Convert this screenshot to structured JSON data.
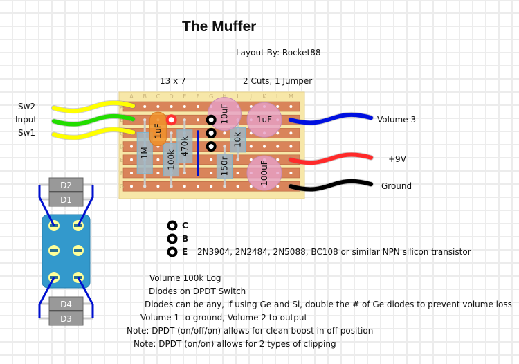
{
  "header": {
    "title": "The Muffer",
    "layout_by": "Layout By: Rocket88",
    "board_size": "13 x 7",
    "cuts_jumpers": "2 Cuts, 1 Jumper"
  },
  "board": {
    "columns": [
      "A",
      "B",
      "C",
      "D",
      "E",
      "F",
      "G",
      "H",
      "I",
      "J",
      "K",
      "L",
      "M"
    ],
    "rows": [
      "A",
      "B",
      "C",
      "D",
      "E",
      "F",
      "G"
    ],
    "colors": {
      "board": "#f7e7a8",
      "strip": "#d9845a",
      "hole": "#ffffff",
      "resistor_body": "#9fb6c4",
      "cap_electrolytic": "#e6a0c8",
      "cap_film": "#f0902a",
      "jumper": "#0010c8",
      "cut": "#ff3030"
    },
    "components": [
      {
        "type": "resistor",
        "label": "1M",
        "col": "B",
        "row_from": "B",
        "row_to": "G"
      },
      {
        "type": "resistor",
        "label": "100k",
        "col": "D",
        "row_from": "C",
        "row_to": "G"
      },
      {
        "type": "resistor",
        "label": "470k",
        "col": "E",
        "row_from": "B",
        "row_to": "F"
      },
      {
        "type": "resistor",
        "label": "150r",
        "col": "H",
        "row_from": "D",
        "row_to": "G"
      },
      {
        "type": "resistor",
        "label": "10k",
        "col": "I",
        "row_from": "B",
        "row_to": "E"
      },
      {
        "type": "film-cap",
        "label": "1uF",
        "col": "C",
        "row_from": "B",
        "row_to": "D"
      },
      {
        "type": "electrolytic",
        "label": "10uF",
        "col": "H",
        "row_from": "A",
        "row_to": "B"
      },
      {
        "type": "electrolytic",
        "label": "1uF",
        "col": "K",
        "row_from": "A",
        "row_to": "C"
      },
      {
        "type": "electrolytic",
        "label": "100uF",
        "col": "K",
        "row_from": "E",
        "row_to": "G"
      }
    ],
    "cuts": [
      {
        "col": "D",
        "row": "B"
      }
    ],
    "jumpers": [
      {
        "col": "F",
        "row_from": "C",
        "row_to": "F"
      }
    ],
    "transistor_pads": [
      {
        "col": "G",
        "row": "B"
      },
      {
        "col": "G",
        "row": "C"
      },
      {
        "col": "G",
        "row": "D"
      }
    ]
  },
  "wires_left": [
    {
      "label": "Sw2",
      "color": "#ffff00",
      "row": "A"
    },
    {
      "label": "Input",
      "color": "#22dd00",
      "row": "B"
    },
    {
      "label": "Sw1",
      "color": "#ffff00",
      "row": "C"
    }
  ],
  "wires_right": [
    {
      "label": "Volume 3",
      "color": "#0010e0",
      "row": "B"
    },
    {
      "label": "+9V",
      "color": "#ff2a2a",
      "row": "E"
    },
    {
      "label": "Ground",
      "color": "#000000",
      "row": "G"
    }
  ],
  "switch": {
    "body_color": "#3399cc",
    "lug_color": "#ffff99",
    "diodes": [
      "D2",
      "D1",
      "D4",
      "D3"
    ]
  },
  "transistor": {
    "pins": [
      "C",
      "B",
      "E"
    ],
    "note": "2N3904, 2N2484, 2N5088, BC108 or similar NPN silicon transistor"
  },
  "notes": [
    "Volume 100k Log",
    "Diodes on DPDT Switch",
    "Diodes can be any, if using Ge and Si, double the # of Ge diodes to prevent volume loss",
    "Volume 1 to ground, Volume 2 to output",
    "Note: DPDT (on/off/on) allows for clean boost in off position",
    "Note: DPDT (on/on) allows for 2 types of  clipping"
  ]
}
